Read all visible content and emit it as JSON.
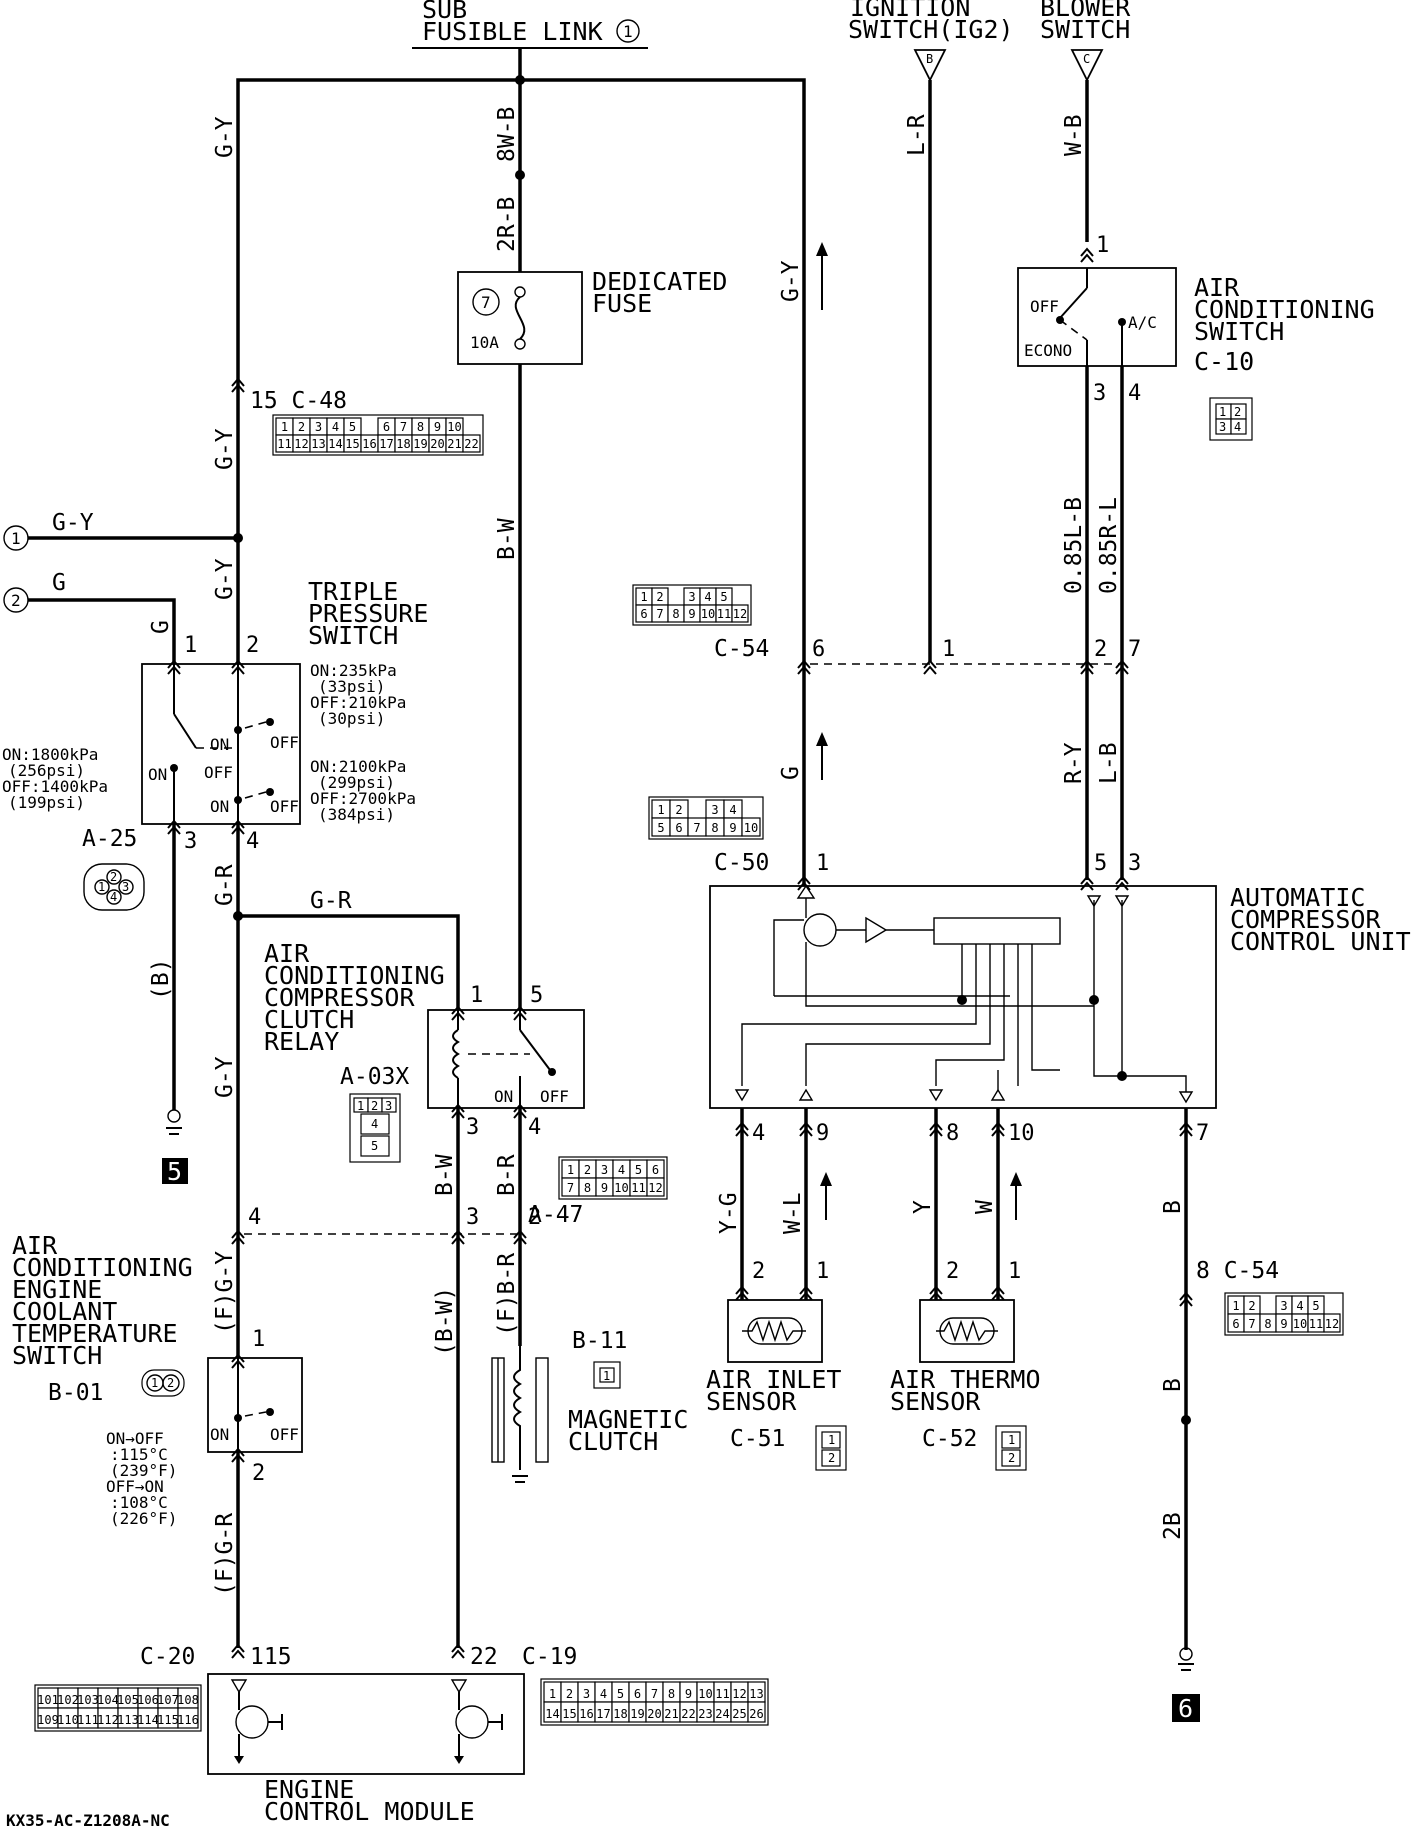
{
  "labels": {
    "sub_fusible_link_1": "SUB",
    "sub_fusible_link_2": "FUSIBLE LINK",
    "sub_fusible_link_num": "1",
    "ignition_switch_1": "IGNITION",
    "ignition_switch_2": "SWITCH(IG2)",
    "ignition_term": "B",
    "blower_switch_1": "BLOWER",
    "blower_switch_2": "SWITCH",
    "blower_term": "C",
    "dedicated_fuse_1": "DEDICATED",
    "dedicated_fuse_2": "FUSE",
    "fuse_number": "7",
    "fuse_rating": "10A",
    "ac_switch_1": "AIR",
    "ac_switch_2": "CONDITIONING",
    "ac_switch_3": "SWITCH",
    "ac_switch_conn": "C-10",
    "ac_switch_off": "OFF",
    "ac_switch_ac": "A/C",
    "ac_switch_econo": "ECONO",
    "triple_1": "TRIPLE",
    "triple_2": "PRESSURE",
    "triple_3": "SWITCH",
    "triple_spec_a1": "ON:235kPa",
    "triple_spec_a2": "(33psi)",
    "triple_spec_a3": "OFF:210kPa",
    "triple_spec_a4": "(30psi)",
    "triple_spec_b1": "ON:2100kPa",
    "triple_spec_b2": "(299psi)",
    "triple_spec_b3": "OFF:2700kPa",
    "triple_spec_b4": "(384psi)",
    "triple_spec_c1": "ON:1800kPa",
    "triple_spec_c2": "(256psi)",
    "triple_spec_c3": "OFF:1400kPa",
    "triple_spec_c4": "(199psi)",
    "on": "ON",
    "off": "OFF",
    "relay_1": "AIR",
    "relay_2": "CONDITIONING",
    "relay_3": "COMPRESSOR",
    "relay_4": "CLUTCH",
    "relay_5": "RELAY",
    "relay_conn": "A-03X",
    "accu_1": "AUTOMATIC",
    "accu_2": "COMPRESSOR",
    "accu_3": "CONTROL UNIT",
    "coolant_1": "AIR",
    "coolant_2": "CONDITIONING",
    "coolant_3": "ENGINE",
    "coolant_4": "COOLANT",
    "coolant_5": "TEMPERATURE",
    "coolant_6": "SWITCH",
    "coolant_conn": "B-01",
    "coolant_spec_1": "ON→OFF",
    "coolant_spec_2": ":115°C",
    "coolant_spec_3": "(239°F)",
    "coolant_spec_4": "OFF→ON",
    "coolant_spec_5": ":108°C",
    "coolant_spec_6": "(226°F)",
    "magnetic_1": "MAGNETIC",
    "magnetic_2": "CLUTCH",
    "magnetic_conn": "B-11",
    "air_inlet_1": "AIR INLET",
    "air_inlet_2": "SENSOR",
    "air_inlet_conn": "C-51",
    "air_thermo_1": "AIR THERMO",
    "air_thermo_2": "SENSOR",
    "air_thermo_conn": "C-52",
    "ecm_1": "ENGINE",
    "ecm_2": "CONTROL MODULE",
    "ground_5": "5",
    "ground_6": "6",
    "footer_code": "KX35-AC-Z1208A-NC",
    "off_page_1": "1",
    "off_page_2": "2"
  },
  "connectors": {
    "c48": "15 C-48",
    "c54_top": "C-54",
    "c54_right": "8 C-54",
    "c50": "C-50",
    "a25": "A-25",
    "a47": "A-47",
    "c20": "C-20",
    "c19": "C-19",
    "pin_115": "115",
    "pin_22": "22"
  },
  "wires": {
    "g_y": "G-Y",
    "g": "G",
    "g_r": "G-R",
    "b_w": "B-W",
    "b_r": "B-R",
    "w8_b": "8W-B",
    "r2_b": "2R-B",
    "l_r": "L-R",
    "w_b": "W-B",
    "l085_b": "0.85L-B",
    "r085_l": "0.85R-L",
    "r_y": "R-Y",
    "l_b": "L-B",
    "y_g": "Y-G",
    "w_l": "W-L",
    "y": "Y",
    "w": "W",
    "b": "B",
    "b2": "2B",
    "f_g_y": "(F)G-Y",
    "b_w_p": "(B-W)",
    "f_b_r": "(F)B-R",
    "f_g_r": "(F)G-R",
    "b_p": "(B)"
  },
  "pins": {
    "p1": "1",
    "p2": "2",
    "p3": "3",
    "p4": "4",
    "p5": "5",
    "p6": "6",
    "p7": "7",
    "p8": "8",
    "p9": "9",
    "p10": "10"
  },
  "connector_cells": {
    "c48_row1": [
      "1",
      "2",
      "3",
      "4",
      "5",
      "",
      "6",
      "7",
      "8",
      "9",
      "10"
    ],
    "c48_row2": [
      "11",
      "12",
      "13",
      "14",
      "15",
      "16",
      "17",
      "18",
      "19",
      "20",
      "21",
      "22"
    ],
    "c54_row1": [
      "1",
      "2",
      "",
      "3",
      "4",
      "5"
    ],
    "c54_row2": [
      "6",
      "7",
      "8",
      "9",
      "10",
      "11",
      "12"
    ],
    "c50_row1": [
      "1",
      "2",
      "",
      "3",
      "4"
    ],
    "c50_row2": [
      "5",
      "6",
      "7",
      "8",
      "9",
      "10"
    ],
    "c10": [
      "1",
      "2",
      "3",
      "4"
    ],
    "a03x": [
      "1",
      "2",
      "3",
      "4",
      "5"
    ],
    "a47_row1": [
      "1",
      "2",
      "3",
      "4",
      "5",
      "6"
    ],
    "a47_row2": [
      "7",
      "8",
      "9",
      "10",
      "11",
      "12"
    ],
    "c19_row1": [
      "1",
      "2",
      "3",
      "4",
      "5",
      "6",
      "7",
      "8",
      "9",
      "10",
      "11",
      "12",
      "13"
    ],
    "c19_row2": [
      "14",
      "15",
      "16",
      "17",
      "18",
      "19",
      "20",
      "21",
      "22",
      "23",
      "24",
      "25",
      "26"
    ],
    "c20_row1": [
      "101",
      "102",
      "103",
      "104",
      "105",
      "106",
      "107",
      "108"
    ],
    "c20_row2": [
      "109",
      "110",
      "111",
      "112",
      "113",
      "114",
      "115",
      "116"
    ],
    "c51": [
      "1",
      "2"
    ],
    "c52": [
      "1",
      "2"
    ],
    "b11": [
      "1"
    ],
    "b01": [
      "1",
      "2"
    ],
    "a25": [
      "1",
      "2",
      "3",
      "4"
    ]
  },
  "colors": {
    "ink": "#000000",
    "paper": "#ffffff"
  }
}
